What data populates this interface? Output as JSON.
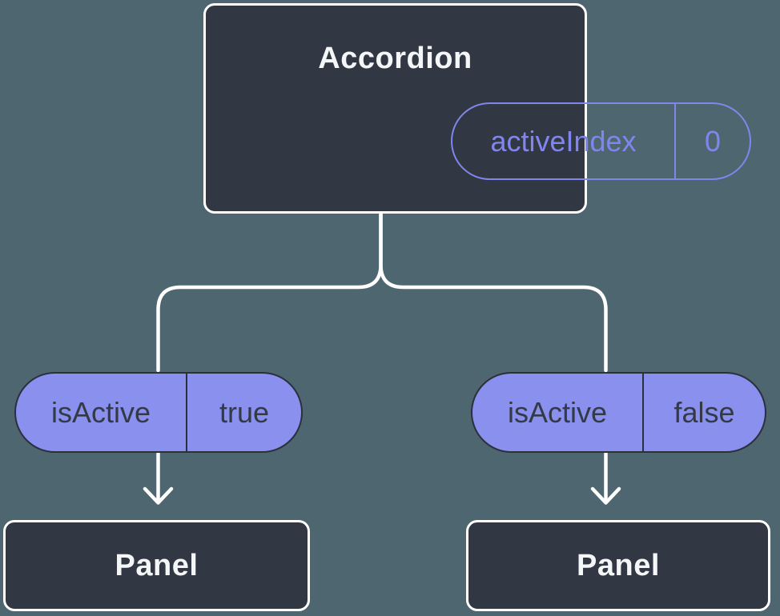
{
  "colors": {
    "background": "#4d6670",
    "node_fill": "#313743",
    "node_border": "#ffffff",
    "accent_purple": "#8186ec",
    "pill_fill": "#8a90ed",
    "pill_border": "#2b303c",
    "pill_text": "#333a46",
    "node_text": "#f5f6f8",
    "connector": "#ffffff"
  },
  "tree": {
    "root": {
      "label": "Accordion",
      "prop": {
        "name": "activeIndex",
        "value": "0"
      }
    },
    "children": [
      {
        "prop": {
          "name": "isActive",
          "value": "true"
        },
        "label": "Panel"
      },
      {
        "prop": {
          "name": "isActive",
          "value": "false"
        },
        "label": "Panel"
      }
    ]
  }
}
